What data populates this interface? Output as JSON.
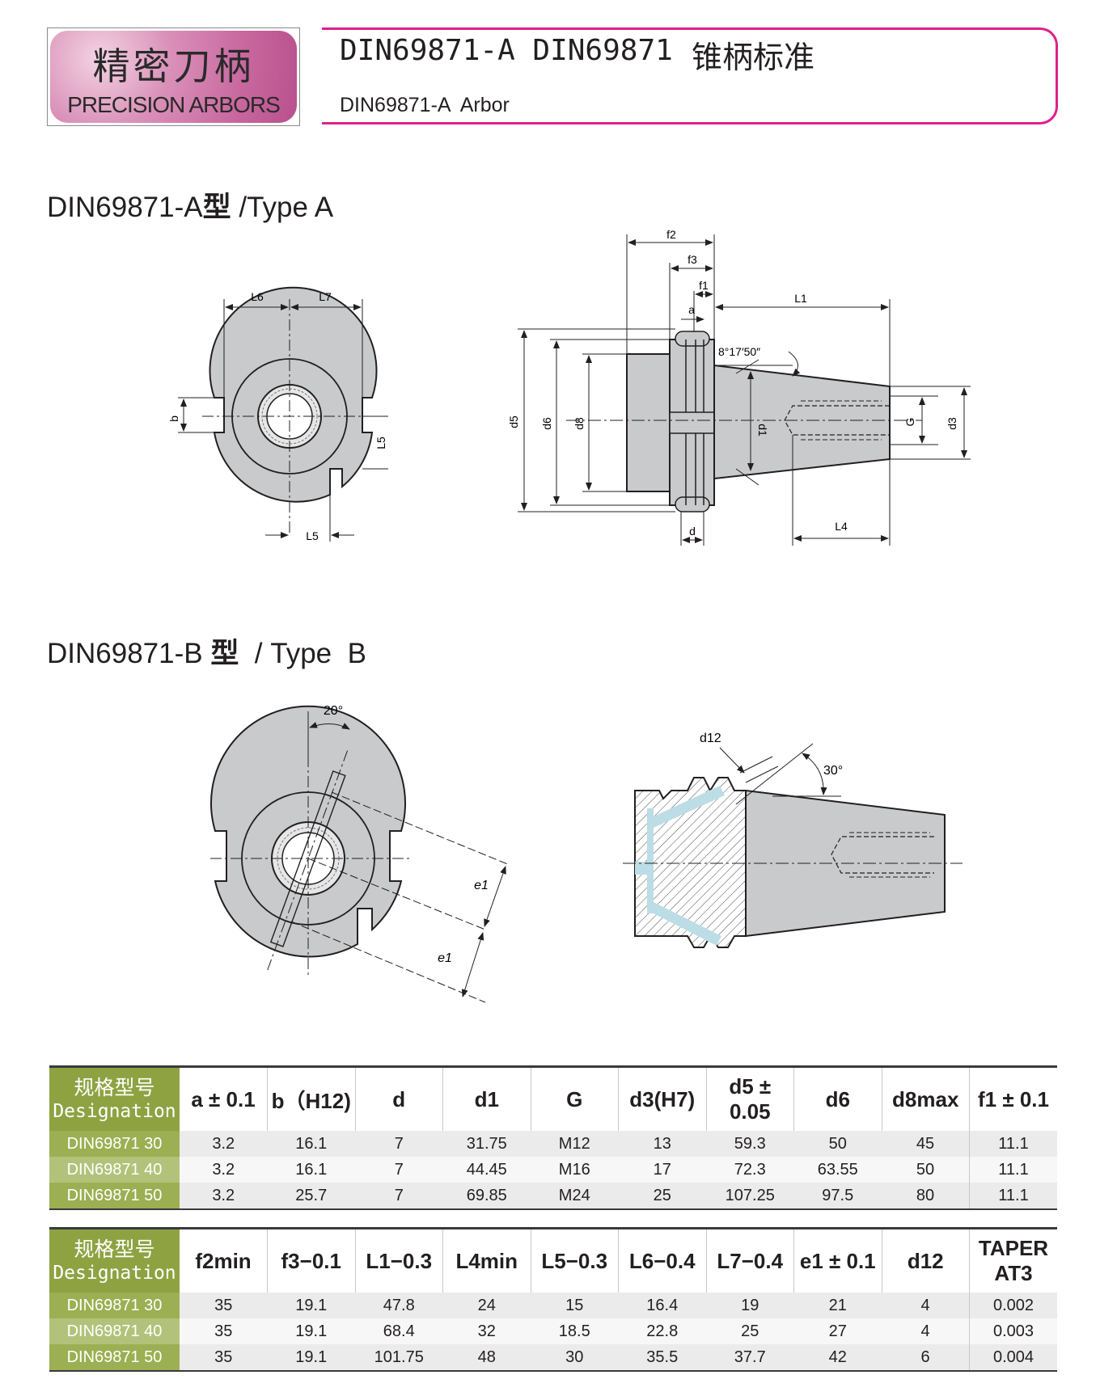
{
  "logo": {
    "cn": "精密刀柄",
    "en": "PRECISION ARBORS"
  },
  "header": {
    "title": "DIN69871-A DIN69871",
    "title_cn": "锥柄标准",
    "subtitle": "DIN69871-A  Arbor"
  },
  "sections": {
    "type_a": {
      "code": "DIN69871-A",
      "cn": "型",
      "en": " /Type A"
    },
    "type_b": {
      "code": "DIN69871-B ",
      "cn": "型",
      "en": "  / Type  B"
    }
  },
  "drawing_a_front": {
    "L6": "L6",
    "L7": "L7",
    "b": "b",
    "L5_side": "L5",
    "L5_bottom": "L5"
  },
  "drawing_a_side": {
    "f2": "f2",
    "f3": "f3",
    "f1": "f1",
    "a": "a",
    "L1": "L1",
    "angle": "8°17′50″",
    "d5": "d5",
    "d6": "d6",
    "d8": "d8",
    "d1": "d1",
    "G": "G",
    "d3": "d3",
    "d": "d",
    "L4": "L4"
  },
  "drawing_b_front": {
    "angle": "20°",
    "e1_upper": "e1",
    "e1_lower": "e1"
  },
  "drawing_b_side": {
    "d12": "d12",
    "angle": "30°"
  },
  "table1": {
    "designation_cn": "规格型号",
    "designation_en": "Designation",
    "headers": [
      "a ± 0.1",
      "b（H12)",
      "d",
      "d1",
      "G",
      "d3(H7)",
      "d5 ± 0.05",
      "d6",
      "d8max",
      "f1 ± 0.1"
    ],
    "rows": [
      {
        "name": "DIN69871 30",
        "values": [
          "3.2",
          "16.1",
          "7",
          "31.75",
          "M12",
          "13",
          "59.3",
          "50",
          "45",
          "11.1"
        ]
      },
      {
        "name": "DIN69871 40",
        "values": [
          "3.2",
          "16.1",
          "7",
          "44.45",
          "M16",
          "17",
          "72.3",
          "63.55",
          "50",
          "11.1"
        ]
      },
      {
        "name": "DIN69871 50",
        "values": [
          "3.2",
          "25.7",
          "7",
          "69.85",
          "M24",
          "25",
          "107.25",
          "97.5",
          "80",
          "11.1"
        ]
      }
    ]
  },
  "table2": {
    "designation_cn": "规格型号",
    "designation_en": "Designation",
    "headers": [
      "f2min",
      "f3−0.1",
      "L1−0.3",
      "L4min",
      "L5−0.3",
      "L6−0.4",
      "L7−0.4",
      "e1 ± 0.1",
      "d12",
      "TAPER AT3"
    ],
    "rows": [
      {
        "name": "DIN69871 30",
        "values": [
          "35",
          "19.1",
          "47.8",
          "24",
          "15",
          "16.4",
          "19",
          "21",
          "4",
          "0.002"
        ]
      },
      {
        "name": "DIN69871 40",
        "values": [
          "35",
          "19.1",
          "68.4",
          "32",
          "18.5",
          "22.8",
          "25",
          "27",
          "4",
          "0.003"
        ]
      },
      {
        "name": "DIN69871 50",
        "values": [
          "35",
          "19.1",
          "101.75",
          "48",
          "30",
          "35.5",
          "37.7",
          "42",
          "6",
          "0.004"
        ]
      }
    ]
  }
}
